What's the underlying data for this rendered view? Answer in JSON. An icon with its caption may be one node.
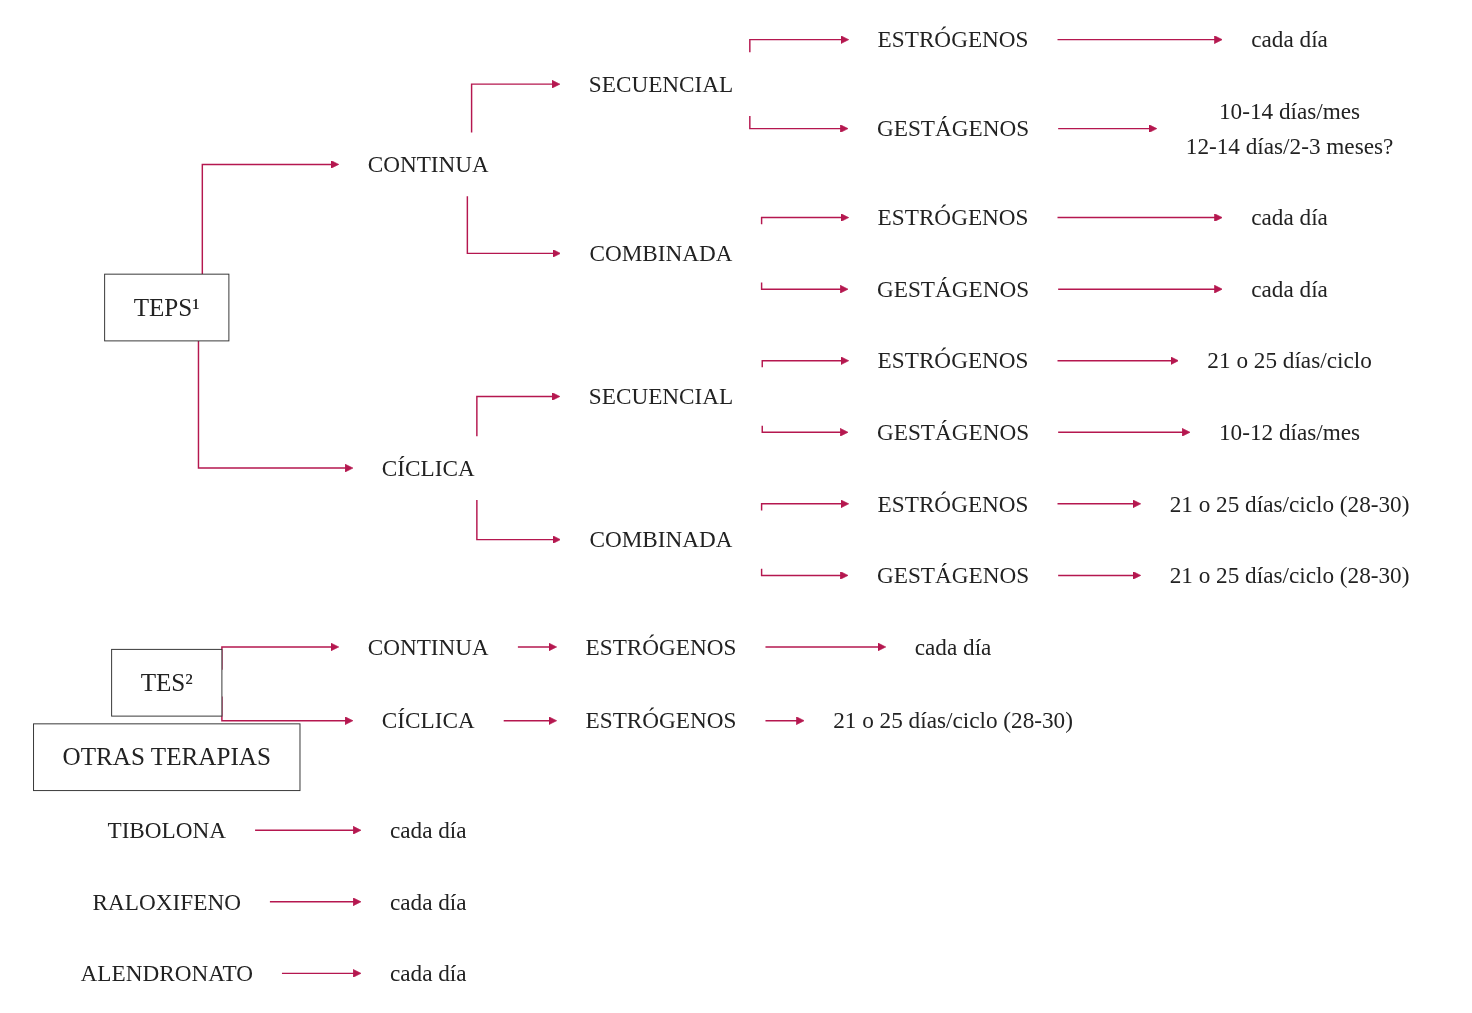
{
  "diagram": {
    "nodes": [
      {
        "text": [
          "TEPS¹"
        ]
      },
      {
        "text": [
          "CONTINUA"
        ]
      },
      {
        "text": [
          "CÍCLICA"
        ]
      },
      {
        "text": [
          "SECUENCIAL"
        ]
      },
      {
        "text": [
          "COMBINADA"
        ]
      },
      {
        "text": [
          "ESTRÓGENOS"
        ]
      },
      {
        "text": [
          "GESTÁGENOS"
        ]
      },
      {
        "text": [
          "ESTRÓGENOS"
        ]
      },
      {
        "text": [
          "GESTÁGENOS"
        ]
      },
      {
        "text": [
          "SECUENCIAL"
        ]
      },
      {
        "text": [
          "COMBINADA"
        ]
      },
      {
        "text": [
          "ESTRÓGENOS"
        ]
      },
      {
        "text": [
          "GESTÁGENOS"
        ]
      },
      {
        "text": [
          "ESTRÓGENOS"
        ]
      },
      {
        "text": [
          "GESTÁGENOS"
        ]
      },
      {
        "text": [
          "cada día"
        ]
      },
      {
        "text": [
          "10-14 días/mes",
          "12-14 días/2-3 meses?"
        ]
      },
      {
        "text": [
          "cada día"
        ]
      },
      {
        "text": [
          "cada día"
        ]
      },
      {
        "text": [
          "21 o 25 días/ciclo"
        ]
      },
      {
        "text": [
          "10-12 días/mes"
        ]
      },
      {
        "text": [
          "21 o 25 días/ciclo (28-30)"
        ]
      },
      {
        "text": [
          "21 o 25 días/ciclo (28-30)"
        ]
      },
      {
        "text": [
          "TES²"
        ]
      },
      {
        "text": [
          "CONTINUA"
        ]
      },
      {
        "text": [
          "CÍCLICA"
        ]
      },
      {
        "text": [
          "ESTRÓGENOS"
        ]
      },
      {
        "text": [
          "ESTRÓGENOS"
        ]
      },
      {
        "text": [
          "cada día"
        ]
      },
      {
        "text": [
          "21 o 25 días/ciclo (28-30)"
        ]
      },
      {
        "text": [
          "OTRAS TERAPIAS"
        ]
      },
      {
        "text": [
          "TIBOLONA"
        ]
      },
      {
        "text": [
          "RALOXIFENO"
        ]
      },
      {
        "text": [
          "ALENDRONATO"
        ]
      },
      {
        "text": [
          "cada día"
        ]
      },
      {
        "text": [
          "cada día"
        ]
      },
      {
        "text": [
          "cada día"
        ]
      }
    ],
    "edges": [
      {
        "from": 0,
        "to": 1,
        "arrow": "to"
      },
      {
        "from": 0,
        "to": 2,
        "arrow": "to"
      },
      {
        "from": 1,
        "to": 3,
        "arrow": "to"
      },
      {
        "from": 1,
        "to": 4,
        "arrow": "to"
      },
      {
        "from": 3,
        "to": 5,
        "arrow": "to"
      },
      {
        "from": 3,
        "to": 6,
        "arrow": "to"
      },
      {
        "from": 4,
        "to": 7,
        "arrow": "to"
      },
      {
        "from": 4,
        "to": 8,
        "arrow": "to"
      },
      {
        "from": 2,
        "to": 9,
        "arrow": "to"
      },
      {
        "from": 2,
        "to": 10,
        "arrow": "to"
      },
      {
        "from": 9,
        "to": 11,
        "arrow": "to"
      },
      {
        "from": 9,
        "to": 12,
        "arrow": "to"
      },
      {
        "from": 10,
        "to": 13,
        "arrow": "to"
      },
      {
        "from": 10,
        "to": 14,
        "arrow": "to"
      },
      {
        "from": 5,
        "to": 15,
        "arrow": "to"
      },
      {
        "from": 6,
        "to": 16,
        "arrow": "to"
      },
      {
        "from": 7,
        "to": 17,
        "arrow": "to"
      },
      {
        "from": 8,
        "to": 18,
        "arrow": "to"
      },
      {
        "from": 11,
        "to": 19,
        "arrow": "to"
      },
      {
        "from": 12,
        "to": 20,
        "arrow": "to"
      },
      {
        "from": 13,
        "to": 21,
        "arrow": "to"
      },
      {
        "from": 14,
        "to": 22,
        "arrow": "to"
      },
      {
        "from": 23,
        "to": 24,
        "arrow": "to"
      },
      {
        "from": 23,
        "to": 25,
        "arrow": "to"
      },
      {
        "from": 24,
        "to": 26,
        "arrow": "to"
      },
      {
        "from": 25,
        "to": 27,
        "arrow": "to"
      },
      {
        "from": 26,
        "to": 28,
        "arrow": "to"
      },
      {
        "from": 27,
        "to": 29,
        "arrow": "to"
      },
      {
        "from": 31,
        "to": 34,
        "arrow": "to"
      },
      {
        "from": 32,
        "to": 35,
        "arrow": "to"
      },
      {
        "from": 33,
        "to": 36,
        "arrow": "to"
      }
    ]
  }
}
